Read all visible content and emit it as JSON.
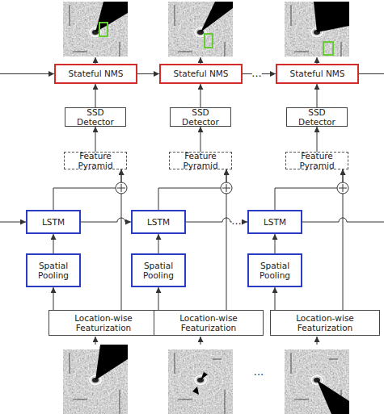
{
  "diagram": {
    "nodes": [
      {
        "text": [
          "Stateful NMS"
        ]
      },
      {
        "text": [
          "Stateful NMS"
        ]
      },
      {
        "text": [
          "Stateful NMS"
        ]
      },
      {
        "text": [
          "SSD Detector"
        ]
      },
      {
        "text": [
          "SSD Detector"
        ]
      },
      {
        "text": [
          "SSD Detector"
        ]
      },
      {
        "text": [
          "Feature Pyramid"
        ]
      },
      {
        "text": [
          "Feature Pyramid"
        ]
      },
      {
        "text": [
          "Feature Pyramid"
        ]
      },
      {
        "text": [
          "LSTM"
        ]
      },
      {
        "text": [
          "LSTM"
        ]
      },
      {
        "text": [
          "LSTM"
        ]
      },
      {
        "text": [
          "Spatial Pooling"
        ]
      },
      {
        "text": [
          "Spatial Pooling"
        ]
      },
      {
        "text": [
          "Spatial Pooling"
        ]
      },
      {
        "text": [
          "Location-wise Featurization"
        ]
      },
      {
        "text": [
          "Location-wise Featurization"
        ]
      },
      {
        "text": [
          "Location-wise Featurization"
        ]
      }
    ],
    "edges": [
      {
        "from": 15,
        "to": 12,
        "arrow": "to"
      },
      {
        "from": 12,
        "to": 9,
        "arrow": "to"
      },
      {
        "from": 9,
        "to": 6,
        "arrow": "to"
      },
      {
        "from": 15,
        "to": 6,
        "arrow": "to"
      },
      {
        "from": 6,
        "to": 3,
        "arrow": "to"
      },
      {
        "from": 3,
        "to": 0,
        "arrow": "to"
      },
      {
        "from": 16,
        "to": 13,
        "arrow": "to"
      },
      {
        "from": 13,
        "to": 10,
        "arrow": "to"
      },
      {
        "from": 10,
        "to": 7,
        "arrow": "to"
      },
      {
        "from": 16,
        "to": 7,
        "arrow": "to"
      },
      {
        "from": 7,
        "to": 4,
        "arrow": "to"
      },
      {
        "from": 4,
        "to": 1,
        "arrow": "to"
      },
      {
        "from": 17,
        "to": 14,
        "arrow": "to"
      },
      {
        "from": 14,
        "to": 11,
        "arrow": "to"
      },
      {
        "from": 11,
        "to": 8,
        "arrow": "to"
      },
      {
        "from": 17,
        "to": 8,
        "arrow": "to"
      },
      {
        "from": 8,
        "to": 5,
        "arrow": "to"
      },
      {
        "from": 5,
        "to": 2,
        "arrow": "to"
      },
      {
        "from": 9,
        "to": 10,
        "arrow": "to"
      },
      {
        "from": 10,
        "to": 11,
        "label": "...",
        "arrow": "to"
      },
      {
        "from": 0,
        "to": 1,
        "arrow": "to"
      },
      {
        "from": 1,
        "to": 2,
        "label": "...",
        "arrow": "to"
      }
    ],
    "labels": [
      "..."
    ]
  }
}
